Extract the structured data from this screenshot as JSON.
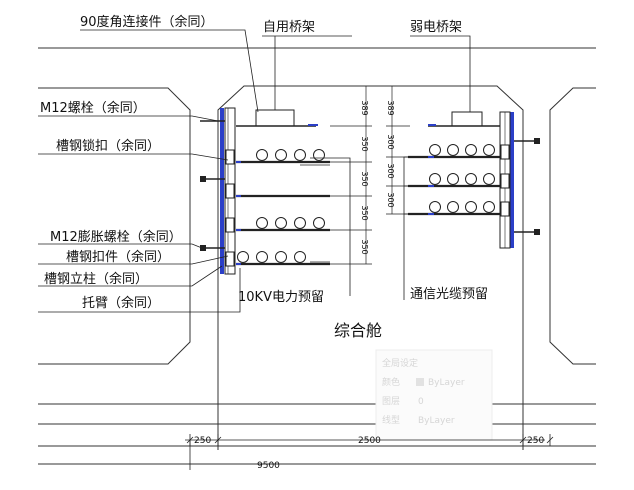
{
  "labels": {
    "corner_connector": "90度角连接件（余同）",
    "self_tray": "自用桥架",
    "weak_tray": "弱电桥架",
    "m12_bolt": "M12螺栓（余同）",
    "channel_lock": "槽钢锁扣（余同）",
    "m12_expansion": "M12膨胀螺栓（余同）",
    "channel_clamp": "槽钢扣件（余同）",
    "channel_post": "槽钢立柱（余同）",
    "bracket": "托臂（余同）",
    "power_reserve": "10KV电力预留",
    "comm_reserve": "通信光缆预留",
    "chamber": "综合舱"
  },
  "dimensions": {
    "left_spacing": [
      "389",
      "350",
      "350",
      "350",
      "350"
    ],
    "right_spacing": [
      "389",
      "300",
      "300",
      "300"
    ],
    "bottom": {
      "left": "250",
      "middle": "2500",
      "right": "250",
      "total": "9500"
    }
  },
  "overlay_panel": {
    "title": "全局设定",
    "rows": [
      {
        "key": "颜色",
        "value": "ByLayer"
      },
      {
        "key": "图层",
        "value": "0"
      },
      {
        "key": "线型",
        "value": "ByLayer"
      }
    ]
  },
  "colors": {
    "accent_blue": "#2b3fc8",
    "line": "#222222"
  }
}
